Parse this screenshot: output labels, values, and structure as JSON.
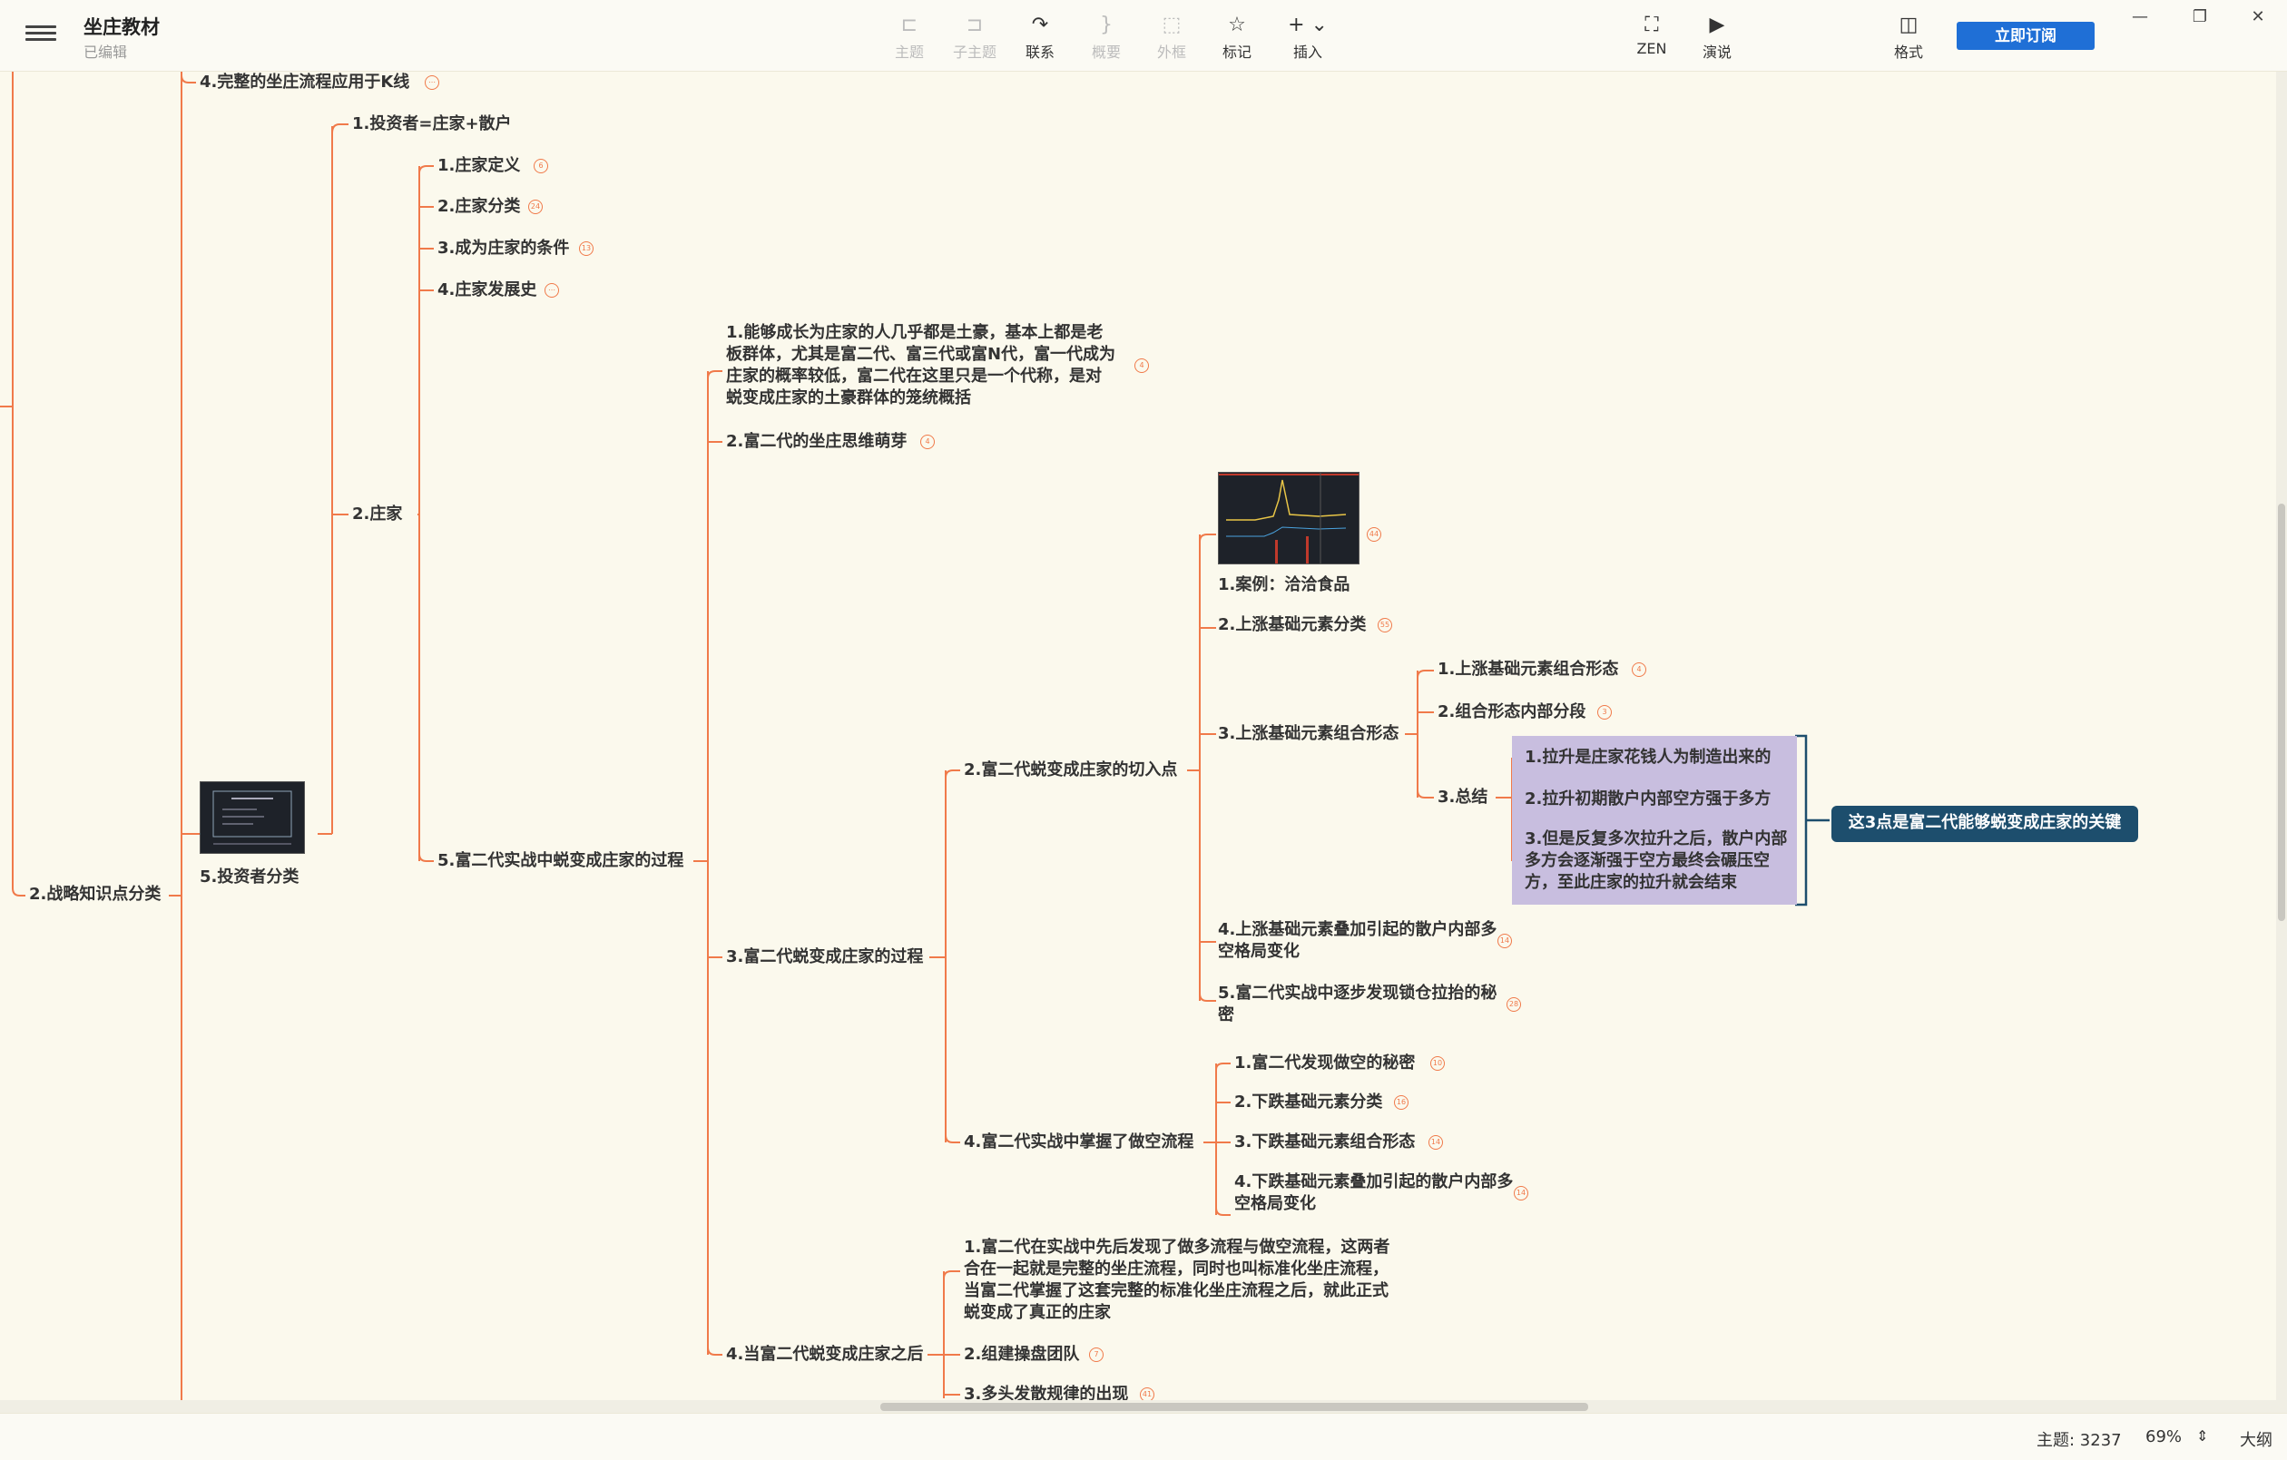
{
  "app": {
    "title": "坐庄教材",
    "subtitle": "已编辑"
  },
  "toolbar": {
    "items": [
      {
        "label": "主题",
        "icon": "topic-icon",
        "glyph": "⊏",
        "enabled": false
      },
      {
        "label": "子主题",
        "icon": "subtopic-icon",
        "glyph": "⊐",
        "enabled": false
      },
      {
        "label": "联系",
        "icon": "relationship-icon",
        "glyph": "↷",
        "enabled": true
      },
      {
        "label": "概要",
        "icon": "summary-icon",
        "glyph": "}",
        "enabled": false
      },
      {
        "label": "外框",
        "icon": "boundary-icon",
        "glyph": "⬚",
        "enabled": false
      },
      {
        "label": "标记",
        "icon": "star-icon",
        "glyph": "☆",
        "enabled": true
      },
      {
        "label": "插入",
        "icon": "insert-plus-icon",
        "glyph": "+ ⌄",
        "enabled": true
      },
      {
        "label": "ZEN",
        "icon": "zen-fullscreen-icon",
        "glyph": "⛶",
        "enabled": true
      },
      {
        "label": "演说",
        "icon": "present-icon",
        "glyph": "▶",
        "enabled": true
      },
      {
        "label": "格式",
        "icon": "format-panel-icon",
        "glyph": "◫",
        "enabled": true
      }
    ],
    "subscribe_label": "立即订阅"
  },
  "window_controls": {
    "minimize": "—",
    "restore": "❐",
    "close": "✕"
  },
  "mindmap": {
    "nodes": [
      {
        "id": "n_zhanlue",
        "text": "2.战略知识点分类"
      },
      {
        "id": "n_kline",
        "text": "4.完整的坐庄流程应用于K线",
        "badge": "⋯"
      },
      {
        "id": "n_tzzfl",
        "text": "5.投资者分类"
      },
      {
        "id": "n_tzz",
        "text": "1.投资者=庄家+散户"
      },
      {
        "id": "n_zj",
        "text": "2.庄家"
      },
      {
        "id": "n_zjdy",
        "text": "1.庄家定义",
        "badge": "6"
      },
      {
        "id": "n_zjfl",
        "text": "2.庄家分类",
        "badge": "24"
      },
      {
        "id": "n_cwzj",
        "text": "3.成为庄家的条件",
        "badge": "13"
      },
      {
        "id": "n_zjfzs",
        "text": "4.庄家发展史",
        "badge": "⋯"
      },
      {
        "id": "n_guocheng5",
        "text": "5.富二代实战中蜕变成庄家的过程"
      },
      {
        "id": "n_tuhao",
        "text": "1.能够成长为庄家的人几乎都是土豪，基本上都是老板群体，尤其是富二代、富三代或富N代，富一代成为庄家的概率较低，富二代在这里只是一个代称，是对蜕变成庄家的土豪群体的笼统概括",
        "badge": "4"
      },
      {
        "id": "n_siwei",
        "text": "2.富二代的坐庄思维萌芽",
        "badge": "4"
      },
      {
        "id": "n_guocheng3",
        "text": "3.富二代蜕变成庄家的过程"
      },
      {
        "id": "n_zhihou",
        "text": "4.当富二代蜕变成庄家之后"
      },
      {
        "id": "n_qierudian",
        "text": "2.富二代蜕变成庄家的切入点"
      },
      {
        "id": "n_zuokong",
        "text": "4.富二代实战中掌握了做空流程"
      },
      {
        "id": "n_anli",
        "text": "1.案例：洽洽食品",
        "badge": "44"
      },
      {
        "id": "n_szfl",
        "text": "2.上涨基础元素分类",
        "badge": "55"
      },
      {
        "id": "n_szzh",
        "text": "3.上涨基础元素组合形态"
      },
      {
        "id": "n_szdj",
        "text": "4.上涨基础元素叠加引起的散户内部多空格局变化",
        "badge": "14"
      },
      {
        "id": "n_suocang",
        "text": "5.富二代实战中逐步发现锁仓拉抬的秘密",
        "badge": "28"
      },
      {
        "id": "n_szzhxt",
        "text": "1.上涨基础元素组合形态",
        "badge": "4"
      },
      {
        "id": "n_zhnb",
        "text": "2.组合形态内部分段",
        "badge": "3"
      },
      {
        "id": "n_zongjie",
        "text": "3.总结"
      },
      {
        "id": "n_lashen1",
        "text": "1.拉升是庄家花钱人为制造出来的"
      },
      {
        "id": "n_lashen2",
        "text": "2.拉升初期散户内部空方强于多方"
      },
      {
        "id": "n_lashen3",
        "text": "3.但是反复多次拉升之后，散户内部多方会逐渐强于空方最终会碾压空方，至此庄家的拉升就会结束"
      },
      {
        "id": "n_guanjian",
        "text": "这3点是富二代能够蜕变成庄家的关键"
      },
      {
        "id": "n_mimi",
        "text": "1.富二代发现做空的秘密",
        "badge": "10"
      },
      {
        "id": "n_xdfl",
        "text": "2.下跌基础元素分类",
        "badge": "16"
      },
      {
        "id": "n_xdzh",
        "text": "3.下跌基础元素组合形态",
        "badge": "14"
      },
      {
        "id": "n_xddj",
        "text": "4.下跌基础元素叠加引起的散户内部多空格局变化",
        "badge": "14"
      },
      {
        "id": "n_liucheng",
        "text": "1.富二代在实战中先后发现了做多流程与做空流程，这两者合在一起就是完整的坐庄流程，同时也叫标准化坐庄流程，当富二代掌握了这套完整的标准化坐庄流程之后，就此正式蜕变成了真正的庄家"
      },
      {
        "id": "n_tuandui",
        "text": "2.组建操盘团队",
        "badge": "7"
      },
      {
        "id": "n_duotou",
        "text": "3.多头发散规律的出现",
        "badge": "41"
      }
    ]
  },
  "status": {
    "topics_label": "主题: 3237",
    "zoom": "69%",
    "outline_label": "大纲"
  },
  "colors": {
    "branch": "#f07a4a",
    "summary": "#1d4e6d",
    "highlight": "#c8bedf",
    "accent": "#1f6fd6"
  }
}
